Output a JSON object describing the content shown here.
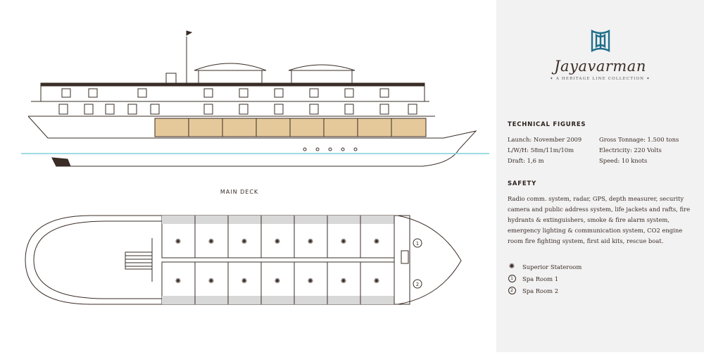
{
  "diagram": {
    "section_label": "MAIN DECK",
    "room_numbers": [
      "1",
      "2"
    ]
  },
  "brand": {
    "name": "Jayavarman",
    "tagline": "A HERITAGE LINE COLLECTION"
  },
  "technical": {
    "heading": "TECHNICAL FIGURES",
    "left": [
      "Launch: November 2009",
      "L/W/H: 58m/11m/10m",
      "Draft: 1,6 m"
    ],
    "right": [
      "Gross Tonnage: 1.500 tons",
      "Electricity: 220 Volts",
      "Speed: 10 knots"
    ]
  },
  "safety": {
    "heading": "SAFETY",
    "text": "Radio comm. system, radar, GPS, depth measurer, security camera and public address system, life jackets and rafts, fire hydrants & extinguishers, smoke & fire alarm system, emergency lighting & communication system, CO2 engine room fire fighting system, first aid kits, rescue boat."
  },
  "legend": {
    "items": [
      {
        "symbol": "star",
        "label": "Superior Stateroom"
      },
      {
        "symbol": "1",
        "label": "Spa Room 1"
      },
      {
        "symbol": "2",
        "label": "Spa Room 2"
      }
    ]
  },
  "colors": {
    "line": "#3a2c26",
    "highlight": "#e6c99a",
    "water": "#7fd0dc",
    "room_shade": "#d8d8d8",
    "panel_bg": "#f2f2f2",
    "logo_blue": "#1f6f8b"
  }
}
